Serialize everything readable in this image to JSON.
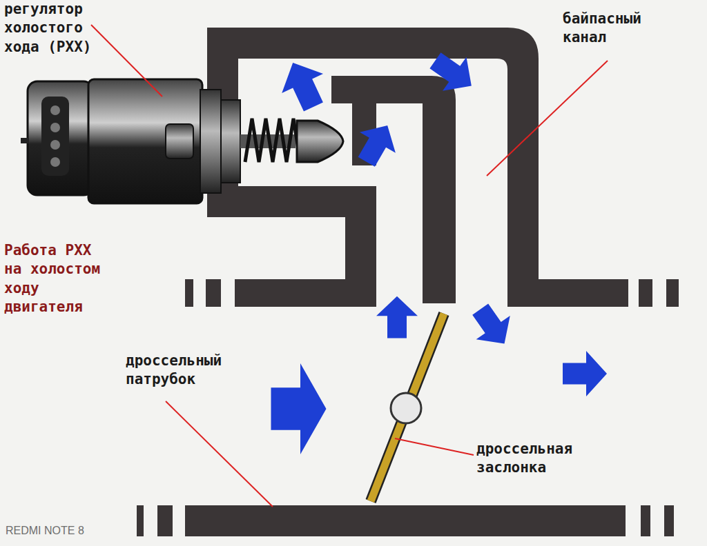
{
  "diagram": {
    "labels": [
      "регулятор холостого хода (РХХ)",
      "байпасный канал",
      "Работа РХХ на холостом ходу двигателя",
      "дроссельный патрубок",
      "дроссельная заслонка",
      "REDMI NOTE 8"
    ]
  }
}
